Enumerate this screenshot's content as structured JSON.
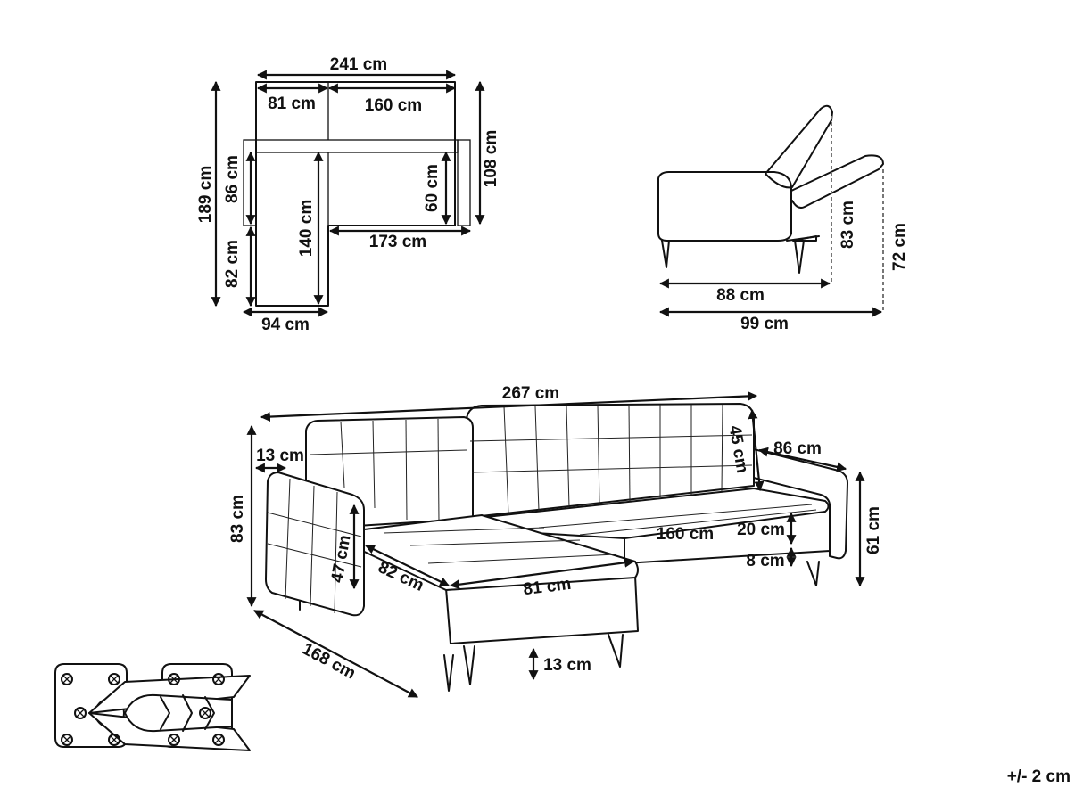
{
  "top_view": {
    "overall_width": "241 cm",
    "chaise_width": "81 cm",
    "main_width": "160 cm",
    "overall_depth": "189 cm",
    "backrest_height": "86 cm",
    "chaise_lower": "82 cm",
    "chaise_length": "140 cm",
    "seat_depth": "60 cm",
    "main_depth": "108 cm",
    "seat_width": "173 cm",
    "bottom_width": "94 cm"
  },
  "side_view": {
    "backrest_height": "83 cm",
    "reclined_height": "72 cm",
    "depth": "88 cm",
    "reclined_depth": "99 cm"
  },
  "perspective_view": {
    "total_length": "267 cm",
    "armrest_width": "13 cm",
    "back_height": "45 cm",
    "side_depth": "86 cm",
    "total_height": "83 cm",
    "seat_height": "61 cm",
    "arm_height": "47 cm",
    "chaise_depth": "82 cm",
    "chaise_width": "81 cm",
    "seat_width": "160 cm",
    "cushion_height": "20 cm",
    "base_height": "8 cm",
    "chaise_length": "168 cm",
    "leg_height": "13 cm"
  },
  "tolerance": "+/- 2 cm"
}
